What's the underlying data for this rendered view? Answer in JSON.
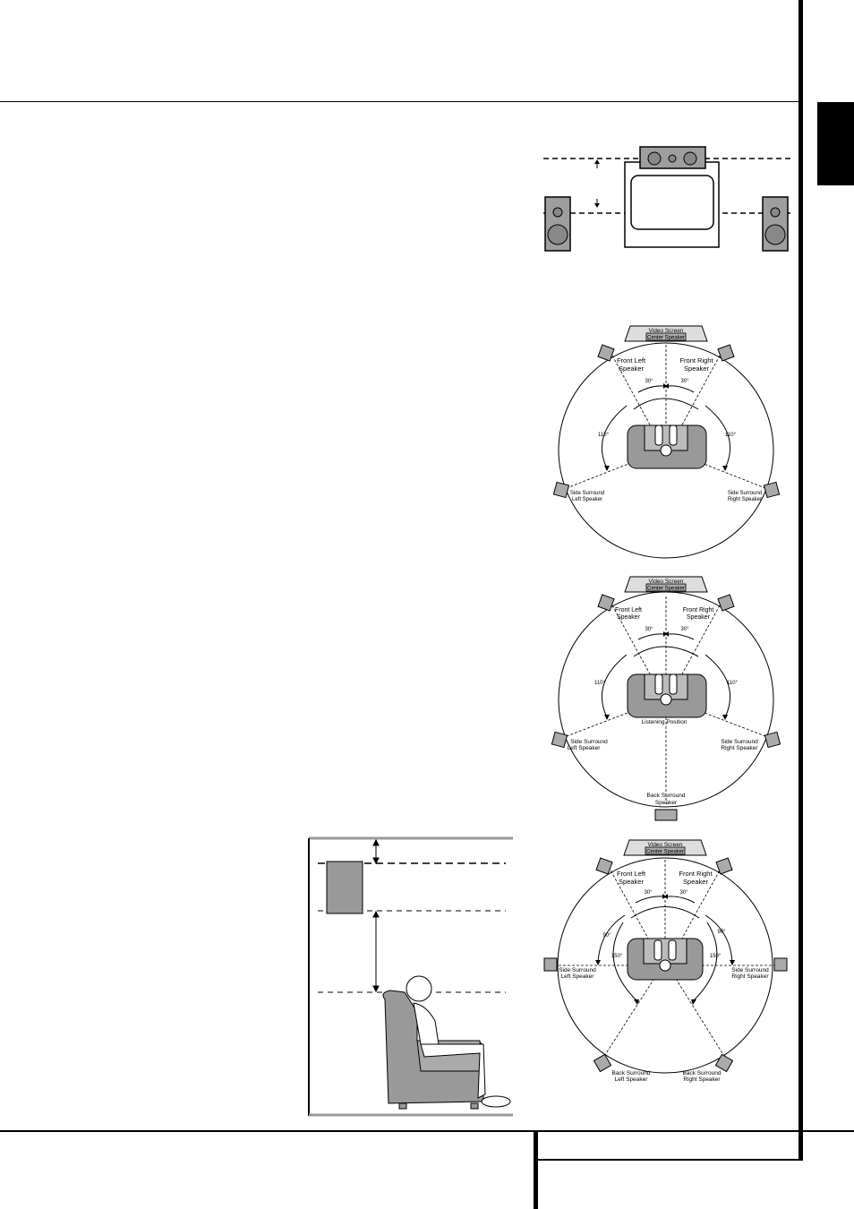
{
  "diagram_front": {},
  "diagram_5_1": {
    "video_screen": "Video Screen",
    "center_speaker": "Center Speaker",
    "front_left": [
      "Front Left",
      "Speaker"
    ],
    "front_right": [
      "Front Right",
      "Speaker"
    ],
    "angle_30_left": "30°",
    "angle_30_right": "30°",
    "angle_110_left": "110°",
    "angle_110_right": "110°",
    "side_left": [
      "Side Surround",
      "Left Speaker"
    ],
    "side_right": [
      "Side Surround",
      "Right Speaker"
    ]
  },
  "diagram_6_1": {
    "video_screen": "Video Screen",
    "center_speaker": "Center Speaker",
    "front_left": [
      "Front Left",
      "Speaker"
    ],
    "front_right": [
      "Front Right",
      "Speaker"
    ],
    "angle_30_left": "30°",
    "angle_30_right": "30°",
    "angle_110_left": "110°",
    "angle_110_right": "110°",
    "listening_position": "Listening Position",
    "side_left": [
      "Side Surround",
      "Left Speaker"
    ],
    "side_right": [
      "Side Surround",
      "Right Speaker"
    ],
    "back": [
      "Back Surround",
      "Speaker"
    ]
  },
  "diagram_7_1": {
    "video_screen": "Video Screen",
    "center_speaker": "Center Speaker",
    "front_left": [
      "Front Left",
      "Speaker"
    ],
    "front_right": [
      "Front Right",
      "Speaker"
    ],
    "angle_30_left": "30°",
    "angle_30_right": "30°",
    "angle_90_left": "90°",
    "angle_90_right": "90°",
    "angle_150_left": "150°",
    "angle_150_right": "150°",
    "side_left": [
      "Side Surround",
      "Left Speaker"
    ],
    "side_right": [
      "Side Surround",
      "Right Speaker"
    ],
    "back_left": [
      "Back Surround",
      "Left Speaker"
    ],
    "back_right": [
      "Back Surround",
      "Right Speaker"
    ]
  },
  "diagram_height": {}
}
